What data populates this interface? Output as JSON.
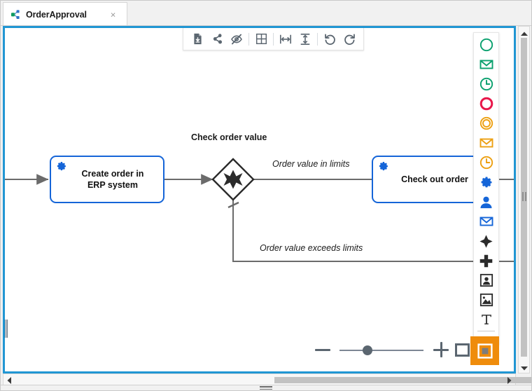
{
  "window": {
    "tab": {
      "title": "OrderApproval",
      "icon": "bpmn-diagram-icon",
      "close_label": "×"
    }
  },
  "toolbar": {
    "items": [
      {
        "name": "export-download-icon",
        "title": "Export / Download"
      },
      {
        "name": "share-icon",
        "title": "Share"
      },
      {
        "name": "hide-eye-icon",
        "title": "Hide / Toggle visibility"
      },
      {
        "name": "grid-icon",
        "title": "Grid"
      },
      {
        "name": "distribute-horizontal-icon",
        "title": "Distribute horizontally"
      },
      {
        "name": "distribute-vertical-icon",
        "title": "Distribute vertically"
      },
      {
        "name": "undo-icon",
        "title": "Undo"
      },
      {
        "name": "redo-icon",
        "title": "Redo"
      }
    ]
  },
  "palette": {
    "items": [
      {
        "name": "start-event-icon",
        "title": "Start event",
        "color": "#0aa06e",
        "shape": "circle"
      },
      {
        "name": "start-message-event-icon",
        "title": "Message start event",
        "color": "#0aa06e",
        "shape": "envelope"
      },
      {
        "name": "start-timer-event-icon",
        "title": "Timer start event",
        "color": "#0aa06e",
        "shape": "clock"
      },
      {
        "name": "end-event-icon",
        "title": "End event",
        "color": "#e8174a",
        "shape": "circle-thick"
      },
      {
        "name": "intermediate-event-icon",
        "title": "Intermediate event",
        "color": "#eda012",
        "shape": "double-circle"
      },
      {
        "name": "intermediate-message-event-icon",
        "title": "Intermediate message event",
        "color": "#eda012",
        "shape": "envelope"
      },
      {
        "name": "intermediate-timer-event-icon",
        "title": "Intermediate timer event",
        "color": "#eda012",
        "shape": "clock"
      },
      {
        "name": "service-task-icon",
        "title": "Service task",
        "color": "#1565d8",
        "shape": "gear"
      },
      {
        "name": "user-task-icon",
        "title": "User task",
        "color": "#1565d8",
        "shape": "user"
      },
      {
        "name": "send-task-icon",
        "title": "Send task",
        "color": "#1565d8",
        "shape": "envelope"
      },
      {
        "name": "complex-gateway-icon",
        "title": "Complex gateway",
        "color": "#2b2b2b",
        "shape": "asterisk"
      },
      {
        "name": "parallel-gateway-icon",
        "title": "Parallel gateway",
        "color": "#2b2b2b",
        "shape": "plus"
      },
      {
        "name": "pool-icon",
        "title": "Pool / participant",
        "color": "#2b2b2b",
        "shape": "participant"
      },
      {
        "name": "image-icon",
        "title": "Image",
        "color": "#2b2b2b",
        "shape": "image"
      },
      {
        "name": "text-annotation-icon",
        "title": "Text annotation",
        "color": "#2b2b2b",
        "shape": "text"
      },
      {
        "name": "collapse-palette-icon",
        "title": "Collapse palette",
        "color": "#7d8794",
        "shape": "chevrons-left"
      }
    ]
  },
  "diagram": {
    "gateway_label": "Check order value",
    "tasks": [
      {
        "name": "create-order-task",
        "label": "Create order in\nERP system",
        "line1": "Create order in",
        "line2": "ERP system",
        "type": "service-task",
        "color": "#1565d8"
      },
      {
        "name": "check-out-order-task",
        "label": "Check out order",
        "line1": "Check out order",
        "line2": "",
        "type": "service-task",
        "color": "#1565d8"
      }
    ],
    "gateway": {
      "name": "check-order-value-gateway",
      "type": "complex-gateway",
      "marker": "asterisk"
    },
    "flows": [
      {
        "name": "flow-order-value-in-limits",
        "label": "Order value in limits"
      },
      {
        "name": "flow-order-value-exceeds-limits",
        "label": "Order value exceeds limits",
        "default": true
      }
    ]
  },
  "zoom_bar": {
    "minus_label": "−",
    "plus_label": "+",
    "fit_title": "Fit to screen",
    "actual_size_title": "Actual size",
    "slider_value": 28
  },
  "colors": {
    "accent_border": "#2196d3",
    "highlight": "#ef8c0b",
    "task_blue": "#1565d8",
    "green": "#0aa06e",
    "red": "#e8174a",
    "orange": "#eda012",
    "dark": "#2b2b2b",
    "toolbar_gray": "#5b6670"
  }
}
